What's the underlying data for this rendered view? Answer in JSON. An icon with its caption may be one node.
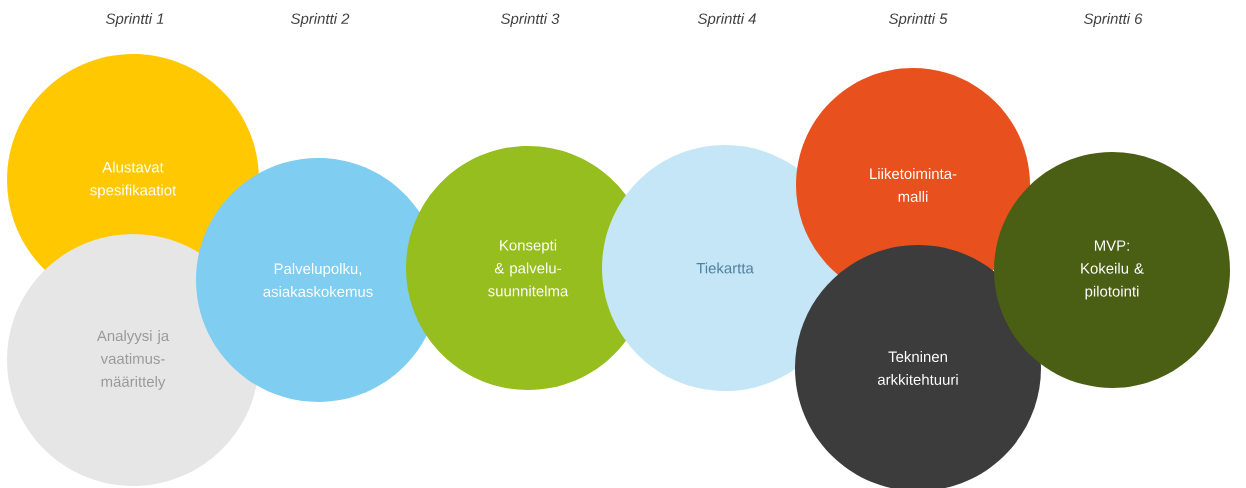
{
  "diagram": {
    "nodes": [
      {
        "text": [
          "Alustavat spesifikaatiot"
        ]
      },
      {
        "text": [
          "Analyysi ja vaatimus- määrittely"
        ]
      },
      {
        "text": [
          "Palvelupolku, asiakaskokemus"
        ]
      },
      {
        "text": [
          "Konsepti & palvelu- suunnitelma"
        ]
      },
      {
        "text": [
          "Tiekartta"
        ]
      },
      {
        "text": [
          "Liiketoiminta- malli"
        ]
      },
      {
        "text": [
          "Tekninen arkkitehtuuri"
        ]
      },
      {
        "text": [
          "MVP: Kokeilu & pilotointi"
        ]
      }
    ],
    "labels": [
      "Sprintti 1",
      "Sprintti 2",
      "Sprintti 3",
      "Sprintti 4",
      "Sprintti 5",
      "Sprintti 6"
    ]
  }
}
